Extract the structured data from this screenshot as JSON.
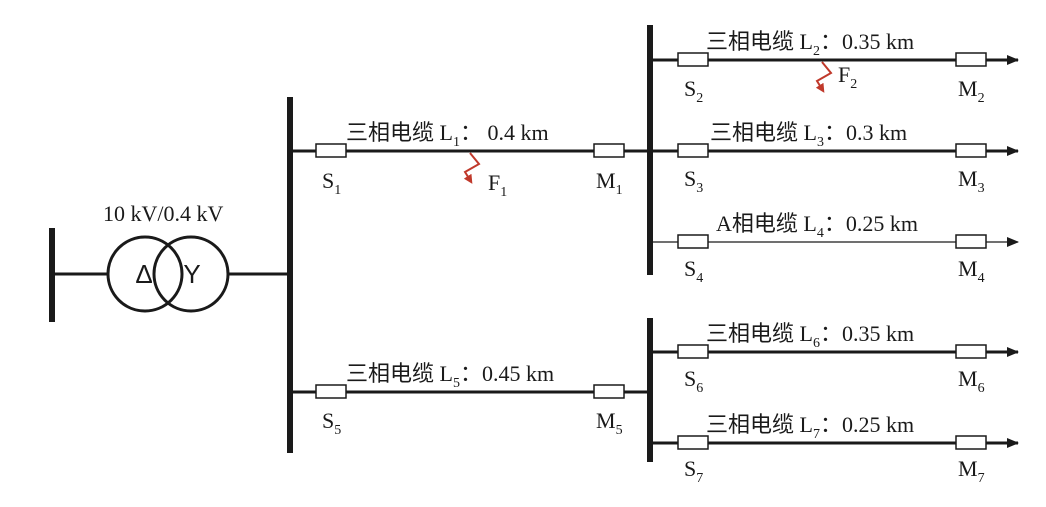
{
  "transformer": {
    "rating": "10 kV/0.4 kV",
    "primary_symbol": "Δ",
    "secondary_symbol": "Y"
  },
  "cables": {
    "L1": {
      "prefix": "三相电缆 L",
      "sub": "1",
      "suffix": "：  0.4 km"
    },
    "L2": {
      "prefix": "三相电缆 L",
      "sub": "2",
      "suffix": "：0.35 km"
    },
    "L3": {
      "prefix": "三相电缆 L",
      "sub": "3",
      "suffix": "：0.3 km"
    },
    "L4": {
      "prefix": "A相电缆 L",
      "sub": "4",
      "suffix": "：0.25 km"
    },
    "L5": {
      "prefix": "三相电缆 L",
      "sub": "5",
      "suffix": "：0.45 km"
    },
    "L6": {
      "prefix": "三相电缆 L",
      "sub": "6",
      "suffix": "：0.35 km"
    },
    "L7": {
      "prefix": "三相电缆 L",
      "sub": "7",
      "suffix": "：0.25 km"
    }
  },
  "nodes": {
    "S1": {
      "letter": "S",
      "sub": "1"
    },
    "M1": {
      "letter": "M",
      "sub": "1"
    },
    "S2": {
      "letter": "S",
      "sub": "2"
    },
    "M2": {
      "letter": "M",
      "sub": "2"
    },
    "S3": {
      "letter": "S",
      "sub": "3"
    },
    "M3": {
      "letter": "M",
      "sub": "3"
    },
    "S4": {
      "letter": "S",
      "sub": "4"
    },
    "M4": {
      "letter": "M",
      "sub": "4"
    },
    "S5": {
      "letter": "S",
      "sub": "5"
    },
    "M5": {
      "letter": "M",
      "sub": "5"
    },
    "S6": {
      "letter": "S",
      "sub": "6"
    },
    "M6": {
      "letter": "M",
      "sub": "6"
    },
    "S7": {
      "letter": "S",
      "sub": "7"
    },
    "M7": {
      "letter": "M",
      "sub": "7"
    }
  },
  "faults": {
    "F1": {
      "letter": "F",
      "sub": "1"
    },
    "F2": {
      "letter": "F",
      "sub": "2"
    }
  },
  "colors": {
    "line": "#1a1a1a",
    "fault": "#c0392b"
  }
}
